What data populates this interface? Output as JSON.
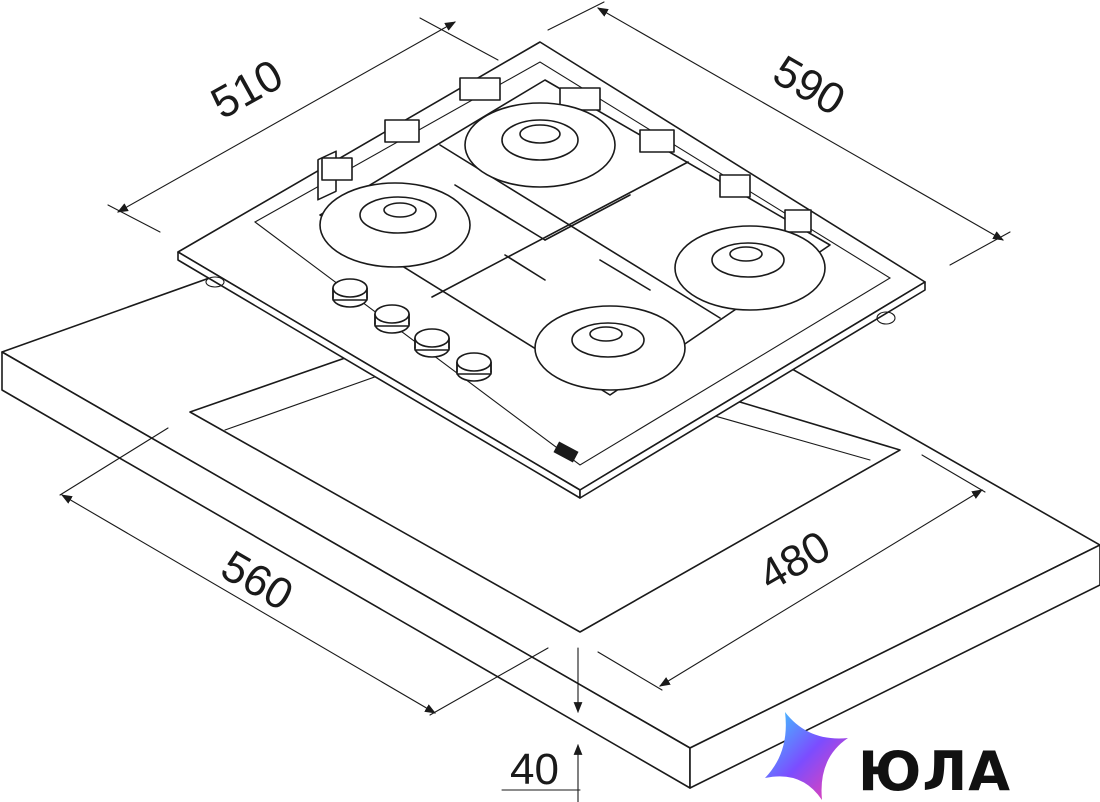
{
  "dimensions": {
    "hob_depth": "510",
    "hob_width": "590",
    "cutout_width": "560",
    "cutout_depth": "480",
    "worktop_thickness": "40"
  },
  "brand": {
    "name": "ЮЛА",
    "colors": {
      "gradient_start": "#3ad0ff",
      "gradient_mid": "#7b4dff",
      "gradient_end": "#ff3ea5"
    }
  },
  "icons": {
    "logo": "star-logo-icon"
  }
}
